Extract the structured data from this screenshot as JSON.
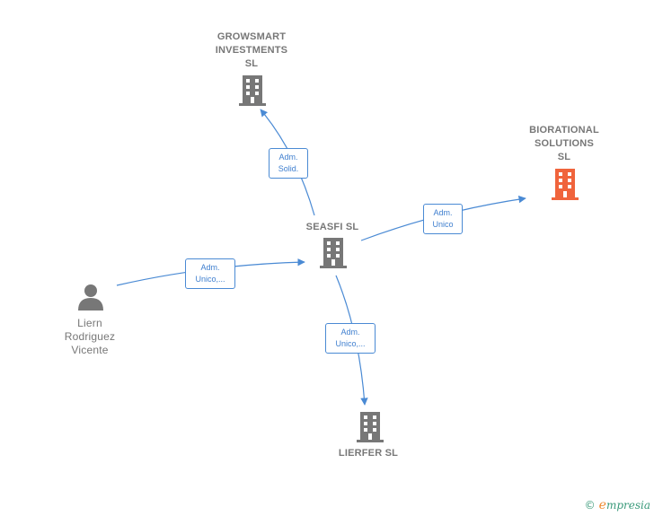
{
  "nodes": {
    "growsmart": {
      "label": "GROWSMART\nINVESTMENTS\nSL",
      "kind": "company",
      "color": "#777777"
    },
    "biorational": {
      "label": "BIORATIONAL\nSOLUTIONS\nSL",
      "kind": "company",
      "color": "#f0643c"
    },
    "seasfi": {
      "label": "SEASFI  SL",
      "kind": "company",
      "color": "#777777"
    },
    "lierfer": {
      "label": "LIERFER  SL",
      "kind": "company",
      "color": "#777777"
    },
    "liern": {
      "label": "Liern\nRodriguez\nVicente",
      "kind": "person",
      "color": "#777777"
    }
  },
  "edges": {
    "seasfi_growsmart": {
      "label": "Adm.\nSolid."
    },
    "seasfi_biorational": {
      "label": "Adm.\nUnico"
    },
    "liern_seasfi": {
      "label": "Adm.\nUnico,..."
    },
    "seasfi_lierfer": {
      "label": "Adm.\nUnico,..."
    }
  },
  "colors": {
    "edge": "#4a8ad4",
    "icon_gray": "#777777",
    "icon_accent": "#f0643c"
  },
  "footer": {
    "copyright": "©",
    "brand_initial": "e",
    "brand_rest": "mpresia"
  }
}
